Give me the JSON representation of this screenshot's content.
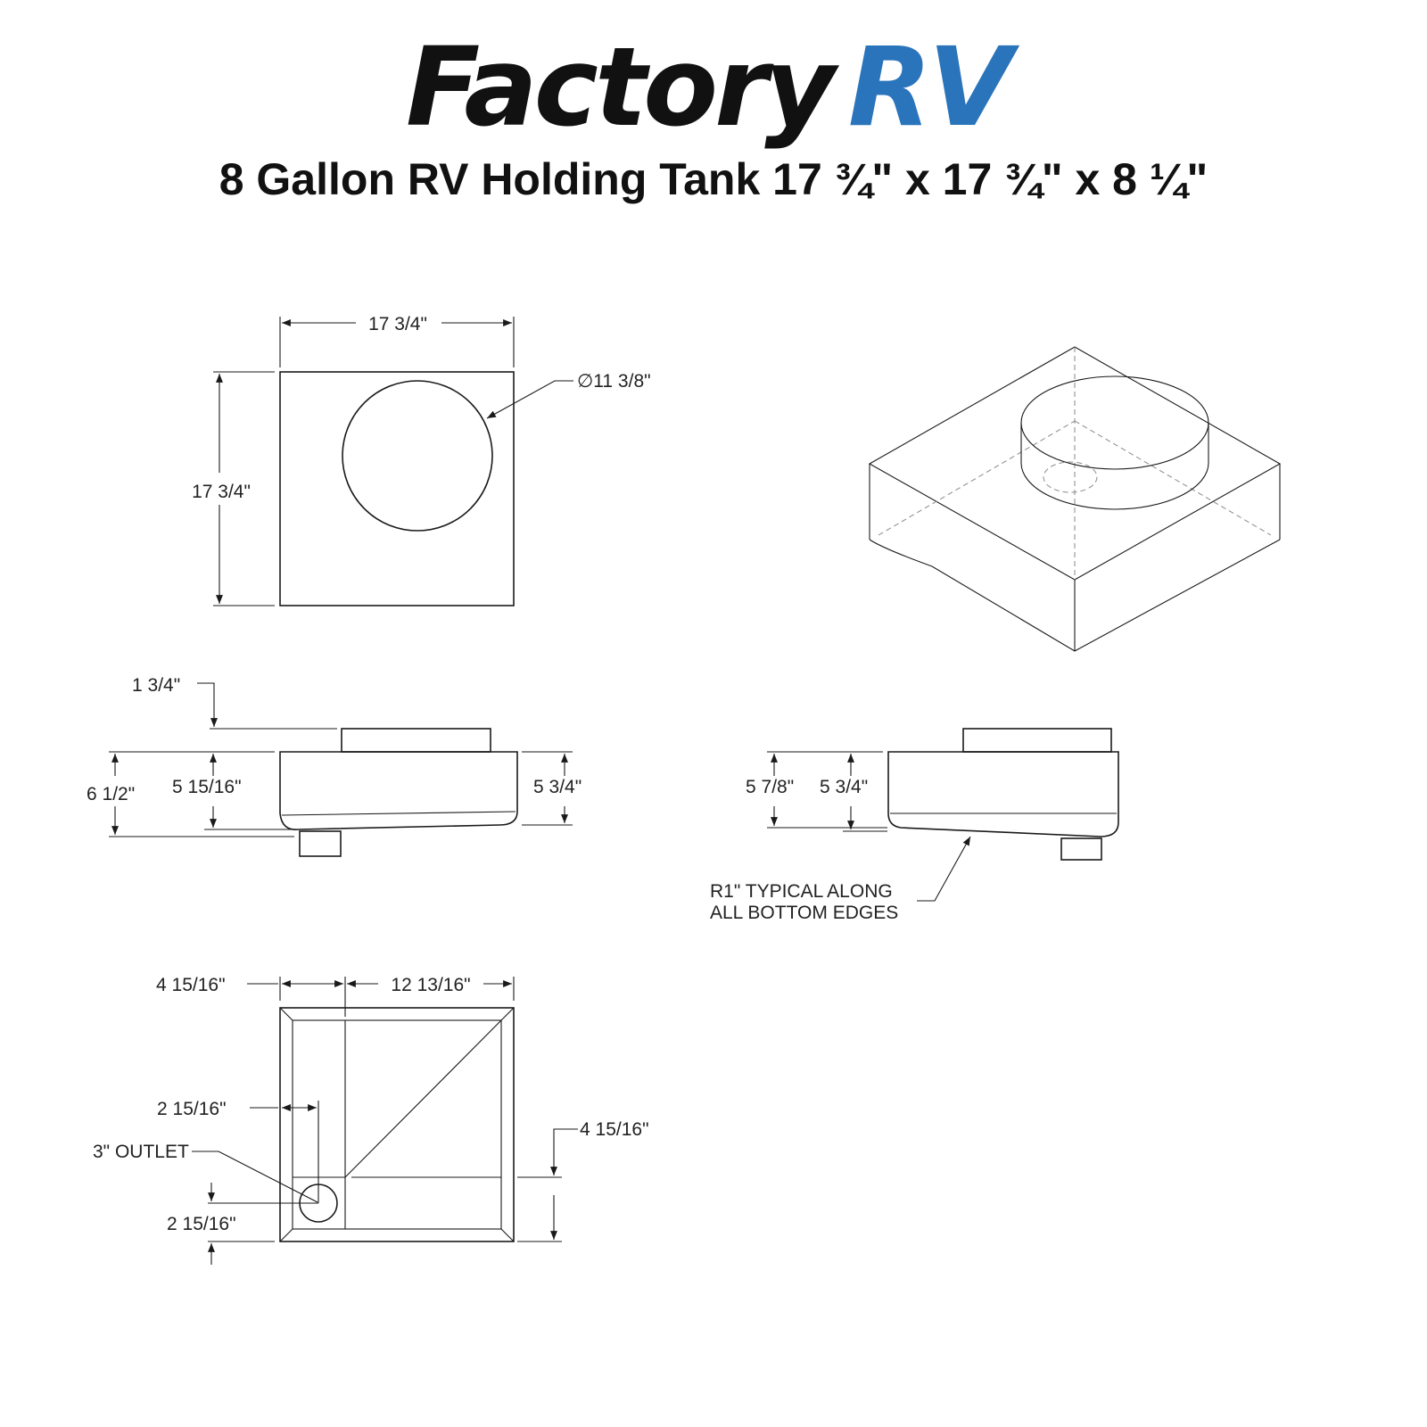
{
  "brand": {
    "word1": "Factory",
    "word2": "RV",
    "color1": "#111111",
    "color2": "#2a74bb"
  },
  "title": "8 Gallon RV Holding Tank 17 ¾\" x 17 ¾\" x 8 ¼\"",
  "top_view": {
    "width_label": "17 3/4\"",
    "height_label": "17 3/4\"",
    "circle_label": "∅11 3/8\""
  },
  "front_view": {
    "riser_label": "1 3/4\"",
    "overall_label": "6 1/2\"",
    "left_height_label": "5 15/16\"",
    "right_height_label": "5 3/4\""
  },
  "side_view": {
    "left_height_label": "5 7/8\"",
    "right_height_label": "5 3/4\"",
    "radius_note_line1": "R1\" TYPICAL ALONG",
    "radius_note_line2": "ALL BOTTOM EDGES"
  },
  "bottom_view": {
    "left_width_label": "4 15/16\"",
    "right_width_label": "12 13/16\"",
    "outlet_x_label": "2 15/16\"",
    "outlet_label": "3\" OUTLET",
    "outlet_y_label": "2 15/16\"",
    "right_offset_label": "4 15/16\""
  }
}
